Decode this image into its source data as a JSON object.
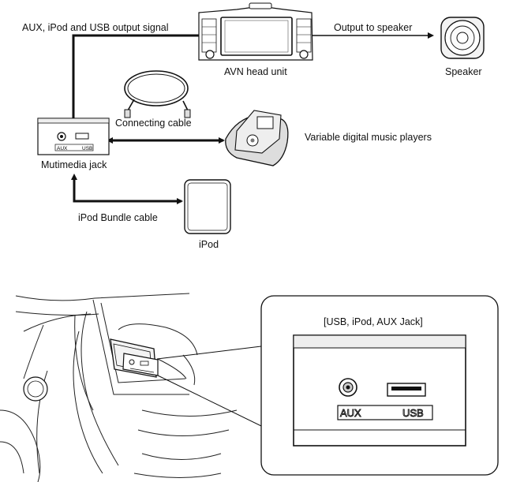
{
  "labels": {
    "aux_ipod_usb_signal": "AUX, iPod and USB output signal",
    "output_to_speaker": "Output to speaker",
    "avn_head_unit": "AVN head unit",
    "speaker": "Speaker",
    "connecting_cable": "Connecting cable",
    "variable_players": "Variable digital music players",
    "multimedia_jack": "Mutimedia jack",
    "ipod_bundle_cable": "iPod Bundle cable",
    "ipod": "iPod",
    "callout_title": "[USB, iPod, AUX Jack]"
  },
  "jack_panel": {
    "aux_text": "AUX",
    "usb_text": "USB"
  }
}
